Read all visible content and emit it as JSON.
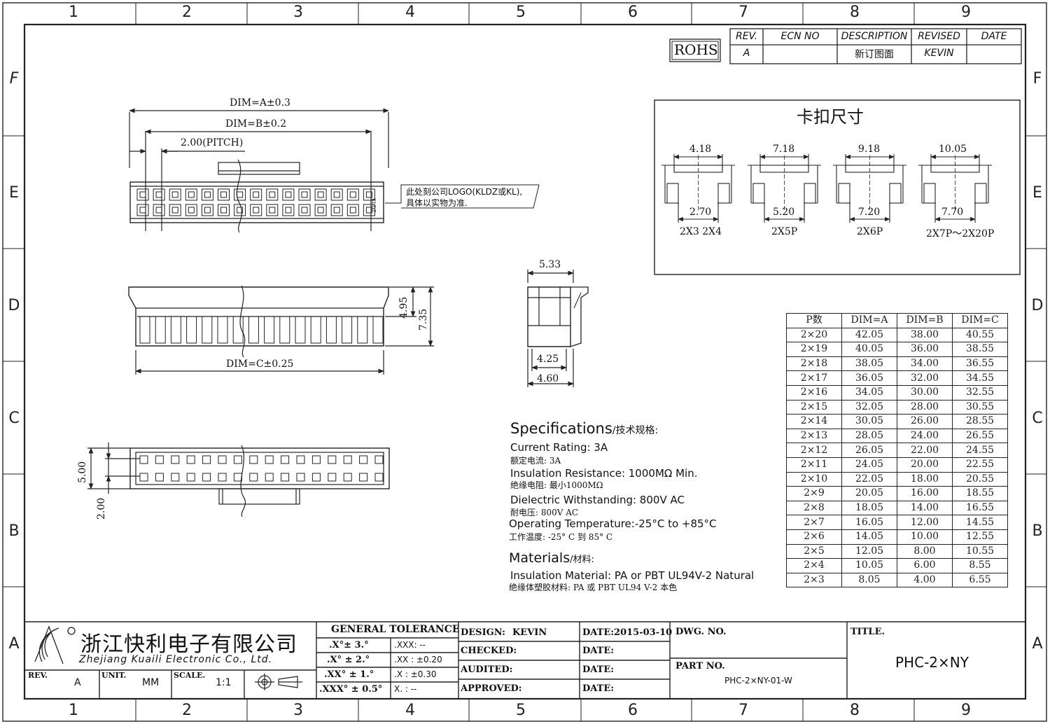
{
  "zones": {
    "columns": [
      "1",
      "2",
      "3",
      "4",
      "5",
      "6",
      "7",
      "8",
      "9"
    ],
    "rows": [
      "F",
      "E",
      "D",
      "C",
      "B",
      "A"
    ]
  },
  "rohs": "ROHS",
  "revision_block": {
    "headers": [
      "REV.",
      "ECN NO",
      "DESCRIPTION",
      "REVISED",
      "DATE"
    ],
    "row": [
      "A",
      "",
      "新订图面",
      "KEVIN",
      ""
    ]
  },
  "top_view": {
    "dim_a": "DIM=A±0.3",
    "dim_b": "DIM=B±0.2",
    "pitch": "2.00(PITCH)",
    "mark": "KLDZ",
    "note_line1": "此处刻公司LOGO(KLDZ或KL),",
    "note_line2": "具体以实物为准."
  },
  "front_view": {
    "dim_c": "DIM=C±0.25",
    "h1": "4.95",
    "h2": "7.35"
  },
  "side_view": {
    "top": "5.33",
    "bottom1": "4.25",
    "bottom2": "4.60"
  },
  "bottom_view": {
    "v1": "5.00",
    "v2": "2.00"
  },
  "latch_box": {
    "title": "卡扣尺寸",
    "items": [
      {
        "top": "4.18",
        "bottom": "2.70",
        "label": "2X3 2X4"
      },
      {
        "top": "7.18",
        "bottom": "5.20",
        "label": "2X5P"
      },
      {
        "top": "9.18",
        "bottom": "7.20",
        "label": "2X6P"
      },
      {
        "top": "10.05",
        "bottom": "7.70",
        "label": "2X7P～2X20P"
      }
    ]
  },
  "dim_table": {
    "headers": [
      "P数",
      "DIM=A",
      "DIM=B",
      "DIM=C"
    ],
    "rows": [
      [
        "2×20",
        "42.05",
        "38.00",
        "40.55"
      ],
      [
        "2×19",
        "40.05",
        "36.00",
        "38.55"
      ],
      [
        "2×18",
        "38.05",
        "34.00",
        "36.55"
      ],
      [
        "2×17",
        "36.05",
        "32.00",
        "34.55"
      ],
      [
        "2×16",
        "34.05",
        "30.00",
        "32.55"
      ],
      [
        "2×15",
        "32.05",
        "28.00",
        "30.55"
      ],
      [
        "2×14",
        "30.05",
        "26.00",
        "28.55"
      ],
      [
        "2×13",
        "28.05",
        "24.00",
        "26.55"
      ],
      [
        "2×12",
        "26.05",
        "22.00",
        "24.55"
      ],
      [
        "2×11",
        "24.05",
        "20.00",
        "22.55"
      ],
      [
        "2×10",
        "22.05",
        "18.00",
        "20.55"
      ],
      [
        "2×9",
        "20.05",
        "16.00",
        "18.55"
      ],
      [
        "2×8",
        "18.05",
        "14.00",
        "16.55"
      ],
      [
        "2×7",
        "16.05",
        "12.00",
        "14.55"
      ],
      [
        "2×6",
        "14.05",
        "10.00",
        "12.55"
      ],
      [
        "2×5",
        "12.05",
        "8.00",
        "10.55"
      ],
      [
        "2×4",
        "10.05",
        "6.00",
        "8.55"
      ],
      [
        "2×3",
        "8.05",
        "4.00",
        "6.55"
      ]
    ]
  },
  "specs": {
    "title": "Specifications",
    "title_cn": "/技术规格:",
    "items": [
      {
        "en": "Current Rating: 3A",
        "cn": "额定电流: 3A"
      },
      {
        "en": "Insulation Resistance: 1000MΩ Min.",
        "cn": "绝缘电阻: 最小1000MΩ"
      },
      {
        "en": "Dielectric Withstanding: 800V AC",
        "cn": "耐电压: 800V AC"
      },
      {
        "en": "Operating Temperature:-25°C to +85°C",
        "cn": "工作温度: -25° C 到 85° C"
      }
    ],
    "materials_title": "Materials",
    "materials_title_cn": "/材料:",
    "material_en": "Insulation Material: PA or PBT UL94V-2 Natural",
    "material_cn": "绝缘体塑胶材料: PA 或 PBT  UL94 V-2 本色"
  },
  "title_block": {
    "company_cn": "浙江快利电子有限公司",
    "company_en": "Zhejiang Kuaili Electronic Co., Ltd.",
    "rev_label": "REV.",
    "rev": "A",
    "unit_label": "UNIT.",
    "unit": "MM",
    "scale_label": "SCALE.",
    "scale": "1:1",
    "general_tolerance": "GENERAL TOLERANCE",
    "tol_angle": [
      ".X°± 3.°",
      ".X° ± 2.°",
      ".XX° ± 1.°",
      ".XXX° ± 0.5°"
    ],
    "tol_linear": [
      ".XXX: --",
      ".XX : ±0.20",
      ".X  : ±0.30",
      "X.  : --"
    ],
    "design_label": "DESIGN:",
    "designer": "KEVIN",
    "checked_label": "CHECKED:",
    "audited_label": "AUDITED:",
    "approved_label": "APPROVED:",
    "date_label": "DATE:",
    "date_value": "2015-03-10",
    "dwg_label": "DWG. NO.",
    "part_label": "PART NO.",
    "part_value": "PHC-2×NY-01-W",
    "title_label": "TITLE.",
    "title_value": "PHC-2×NY"
  }
}
